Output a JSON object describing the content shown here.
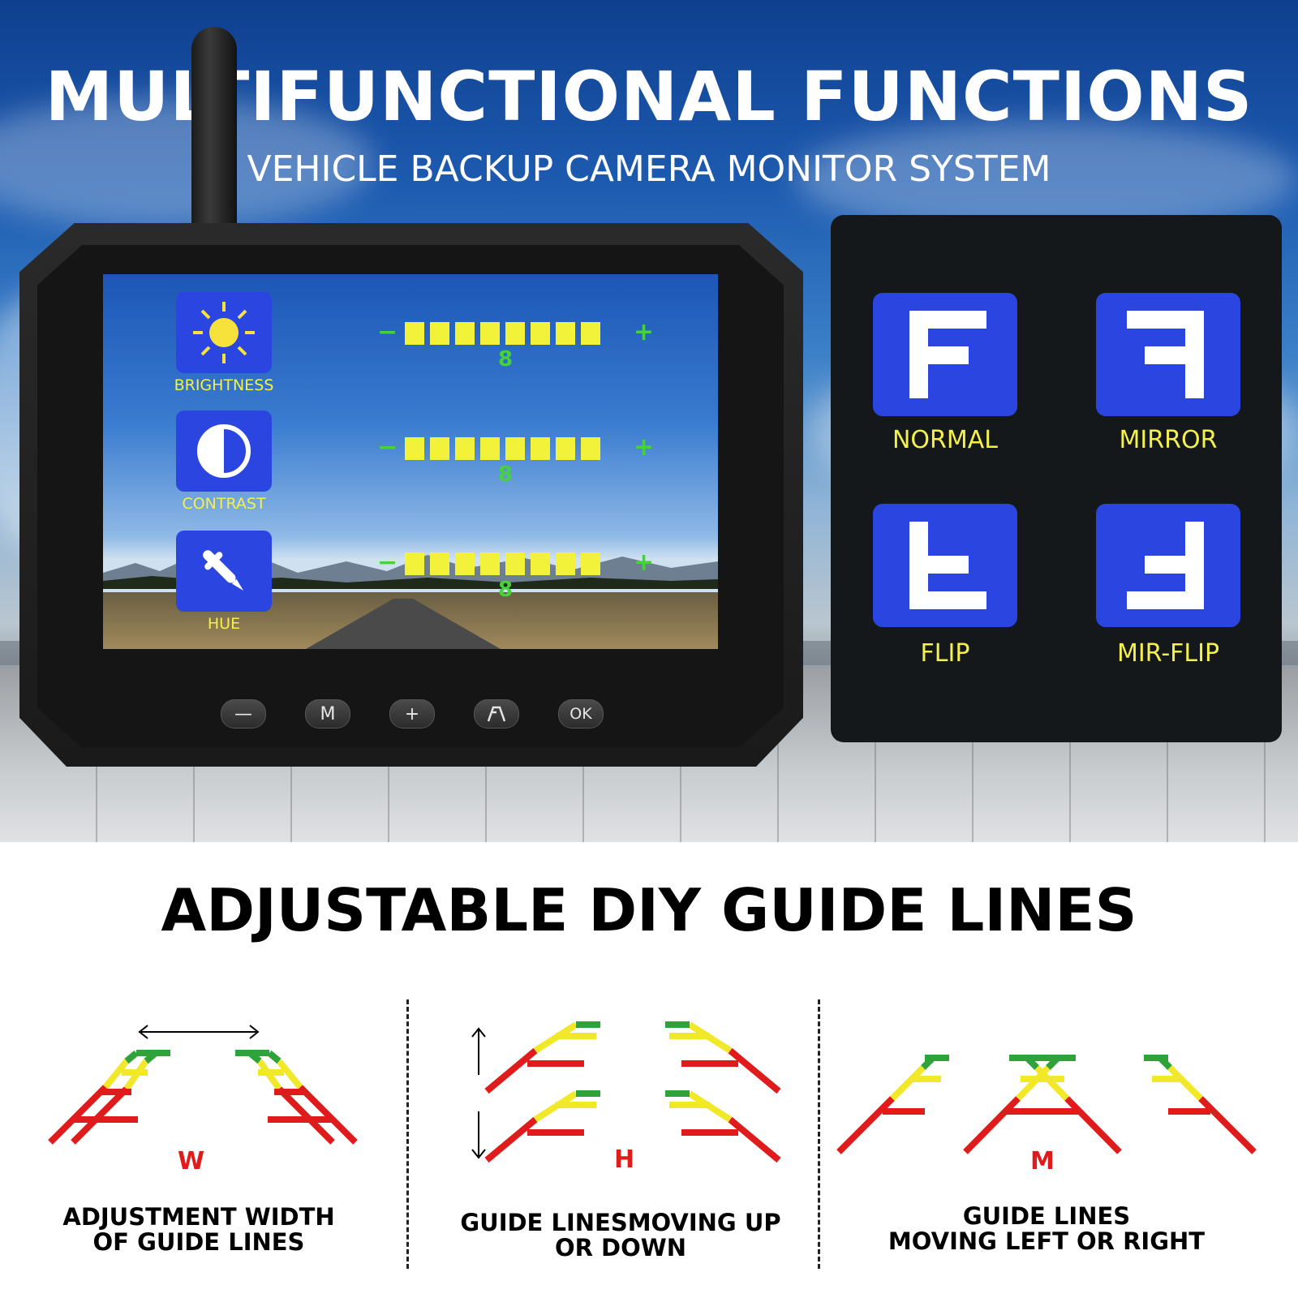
{
  "hero": {
    "title": "MULTIFUNCTIONAL FUNCTIONS",
    "subtitle": "VEHICLE BACKUP CAMERA MONITOR SYSTEM"
  },
  "monitor": {
    "settings": [
      {
        "label": "BRIGHTNESS",
        "icon": "sun-icon",
        "level": 8
      },
      {
        "label": "CONTRAST",
        "icon": "contrast-icon",
        "level": 8
      },
      {
        "label": "HUE",
        "icon": "dropper-icon",
        "level": 8
      }
    ],
    "minus_symbol": "−",
    "plus_symbol": "+",
    "buttons": [
      {
        "label": "—",
        "icon": "minus-icon"
      },
      {
        "label": "M",
        "icon": "menu-icon"
      },
      {
        "label": "+",
        "icon": "plus-icon"
      },
      {
        "label": "",
        "icon": "guideline-icon"
      },
      {
        "label": "OK",
        "icon": "ok-icon"
      }
    ],
    "bar_color": "#f2f23a",
    "accent_green": "#46d23c"
  },
  "modes": {
    "items": [
      {
        "label": "NORMAL"
      },
      {
        "label": "MIRROR"
      },
      {
        "label": "FLIP"
      },
      {
        "label": "MIR-FLIP"
      }
    ],
    "tile_color": "#2b46e0",
    "label_color": "#f4f04c"
  },
  "guides": {
    "heading": "ADJUSTABLE DIY GUIDE LINES",
    "panels": [
      {
        "letter": "W",
        "caption_line1": "ADJUSTMENT WIDTH",
        "caption_line2": "OF GUIDE LINES"
      },
      {
        "letter": "H",
        "caption_line1": "GUIDE LINESMOVING UP",
        "caption_line2": "OR DOWN"
      },
      {
        "letter": "M",
        "caption_line1": "GUIDE LINES",
        "caption_line2": "MOVING LEFT OR RIGHT"
      }
    ],
    "colors": {
      "red": "#e01b1b",
      "yellow": "#f2e82a",
      "green": "#2fa33a"
    }
  }
}
